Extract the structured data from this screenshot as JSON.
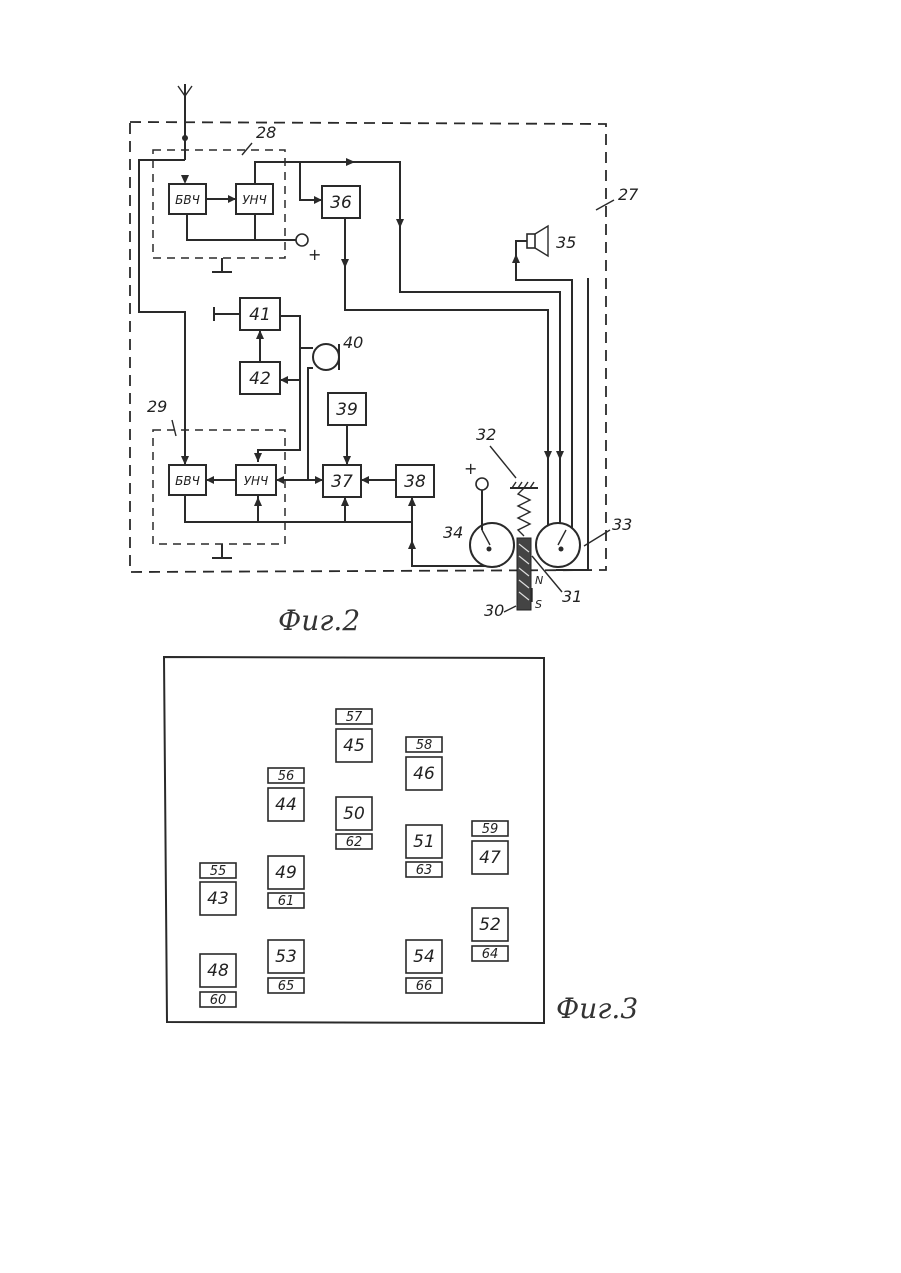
{
  "fig2": {
    "caption": "Фиг.2",
    "blocks": {
      "bvch_top": "БВЧ",
      "unch_top": "УНЧ",
      "b36": "36",
      "b41": "41",
      "b42": "42",
      "b39": "39",
      "bvch_bot": "БВЧ",
      "unch_bot": "УНЧ",
      "b37": "37",
      "b38": "38"
    },
    "refs": {
      "r27": "27",
      "r28": "28",
      "r29": "29",
      "r30": "30",
      "r31": "31",
      "r32": "32",
      "r33": "33",
      "r34": "34",
      "r35": "35",
      "r40": "40",
      "plus_top": "+",
      "plus_relay": "+",
      "pole_n": "N",
      "pole_s": "S"
    }
  },
  "fig3": {
    "caption": "Фиг.3",
    "cells": [
      {
        "id": "c57",
        "label": "57"
      },
      {
        "id": "c45",
        "label": "45"
      },
      {
        "id": "c58",
        "label": "58"
      },
      {
        "id": "c46",
        "label": "46"
      },
      {
        "id": "c56",
        "label": "56"
      },
      {
        "id": "c44",
        "label": "44"
      },
      {
        "id": "c50",
        "label": "50"
      },
      {
        "id": "c62",
        "label": "62"
      },
      {
        "id": "c51",
        "label": "51"
      },
      {
        "id": "c63",
        "label": "63"
      },
      {
        "id": "c59",
        "label": "59"
      },
      {
        "id": "c47",
        "label": "47"
      },
      {
        "id": "c55",
        "label": "55"
      },
      {
        "id": "c43",
        "label": "43"
      },
      {
        "id": "c49",
        "label": "49"
      },
      {
        "id": "c61",
        "label": "61"
      },
      {
        "id": "c52",
        "label": "52"
      },
      {
        "id": "c64",
        "label": "64"
      },
      {
        "id": "c48",
        "label": "48"
      },
      {
        "id": "c60",
        "label": "60"
      },
      {
        "id": "c53",
        "label": "53"
      },
      {
        "id": "c65",
        "label": "65"
      },
      {
        "id": "c54",
        "label": "54"
      },
      {
        "id": "c66",
        "label": "66"
      }
    ]
  }
}
